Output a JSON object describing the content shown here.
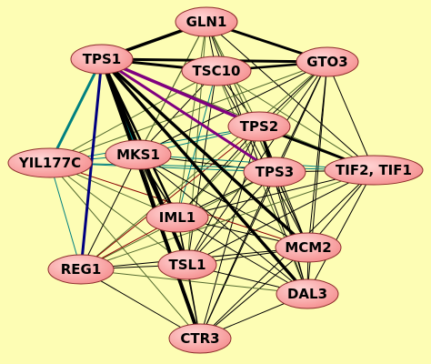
{
  "colors": {
    "background": "#fdfdb4",
    "node_fill": "#f58f8f",
    "node_highlight": "#ffd6d6",
    "node_stroke": "#8b2a2a"
  },
  "nodes": [
    {
      "id": "GLN1",
      "label": "GLN1"
    },
    {
      "id": "TPS1",
      "label": "TPS1"
    },
    {
      "id": "TSC10",
      "label": "TSC10"
    },
    {
      "id": "GTO3",
      "label": "GTO3"
    },
    {
      "id": "TPS2",
      "label": "TPS2"
    },
    {
      "id": "YIL177C",
      "label": "YIL177C"
    },
    {
      "id": "MKS1",
      "label": "MKS1"
    },
    {
      "id": "TPS3",
      "label": "TPS3"
    },
    {
      "id": "TIF2",
      "label": "TIF2, TIF1"
    },
    {
      "id": "IML1",
      "label": "IML1"
    },
    {
      "id": "MCM2",
      "label": "MCM2"
    },
    {
      "id": "REG1",
      "label": "REG1"
    },
    {
      "id": "TSL1",
      "label": "TSL1"
    },
    {
      "id": "DAL3",
      "label": "DAL3"
    },
    {
      "id": "CTR3",
      "label": "CTR3"
    }
  ],
  "edges": [
    {
      "from": "TPS1",
      "to": "GLN1",
      "color": "#000000",
      "weight": 3.5
    },
    {
      "from": "TPS1",
      "to": "TSC10",
      "color": "#000000",
      "weight": 3
    },
    {
      "from": "TPS1",
      "to": "GTO3",
      "color": "#000000",
      "weight": 3
    },
    {
      "from": "GLN1",
      "to": "GTO3",
      "color": "#000000",
      "weight": 3
    },
    {
      "from": "TPS1",
      "to": "TPS2",
      "color": "#800080",
      "weight": 3.5
    },
    {
      "from": "TPS1",
      "to": "TPS3",
      "color": "#800080",
      "weight": 3
    },
    {
      "from": "TPS1",
      "to": "YIL177C",
      "color": "#008080",
      "weight": 3
    },
    {
      "from": "TPS1",
      "to": "REG1",
      "color": "#000080",
      "weight": 3
    },
    {
      "from": "TPS1",
      "to": "MKS1",
      "color": "#008080",
      "weight": 2
    },
    {
      "from": "TPS1",
      "to": "IML1",
      "color": "#000000",
      "weight": 2.5
    },
    {
      "from": "TPS1",
      "to": "TSL1",
      "color": "#000000",
      "weight": 4
    },
    {
      "from": "TPS1",
      "to": "CTR3",
      "color": "#000000",
      "weight": 4
    },
    {
      "from": "TPS1",
      "to": "MCM2",
      "color": "#000000",
      "weight": 3.5
    },
    {
      "from": "TPS1",
      "to": "DAL3",
      "color": "#000000",
      "weight": 3.5
    },
    {
      "from": "TPS1",
      "to": "TIF2",
      "color": "#556b2f",
      "weight": 1
    },
    {
      "from": "TPS2",
      "to": "TIF2",
      "color": "#000000",
      "weight": 3
    },
    {
      "from": "TPS2",
      "to": "TPS3",
      "color": "#000000",
      "weight": 3
    },
    {
      "from": "TSC10",
      "to": "GTO3",
      "color": "#000000",
      "weight": 2.5
    },
    {
      "from": "TSC10",
      "to": "TPS2",
      "color": "#000000",
      "weight": 1
    },
    {
      "from": "TSC10",
      "to": "YIL177C",
      "color": "#556b2f",
      "weight": 1
    },
    {
      "from": "TSC10",
      "to": "MKS1",
      "color": "#000000",
      "weight": 1
    },
    {
      "from": "TSC10",
      "to": "IML1",
      "color": "#008080",
      "weight": 1
    },
    {
      "from": "TSC10",
      "to": "MCM2",
      "color": "#000000",
      "weight": 1
    },
    {
      "from": "TSC10",
      "to": "DAL3",
      "color": "#556b2f",
      "weight": 1
    },
    {
      "from": "TSC10",
      "to": "TSL1",
      "color": "#000000",
      "weight": 1
    },
    {
      "from": "TSC10",
      "to": "TIF2",
      "color": "#556b2f",
      "weight": 1
    },
    {
      "from": "GLN1",
      "to": "TSC10",
      "color": "#000000",
      "weight": 1
    },
    {
      "from": "GLN1",
      "to": "TPS2",
      "color": "#556b2f",
      "weight": 1
    },
    {
      "from": "GLN1",
      "to": "MCM2",
      "color": "#000000",
      "weight": 1
    },
    {
      "from": "GLN1",
      "to": "DAL3",
      "color": "#000000",
      "weight": 1
    },
    {
      "from": "GLN1",
      "to": "IML1",
      "color": "#556b2f",
      "weight": 1
    },
    {
      "from": "GLN1",
      "to": "TIF2",
      "color": "#000000",
      "weight": 1
    },
    {
      "from": "GLN1",
      "to": "MKS1",
      "color": "#000000",
      "weight": 1
    },
    {
      "from": "GLN1",
      "to": "TSL1",
      "color": "#556b2f",
      "weight": 1
    },
    {
      "from": "GLN1",
      "to": "TPS3",
      "color": "#556b2f",
      "weight": 1
    },
    {
      "from": "GTO3",
      "to": "TIF2",
      "color": "#000000",
      "weight": 1
    },
    {
      "from": "GTO3",
      "to": "TPS2",
      "color": "#000000",
      "weight": 1
    },
    {
      "from": "GTO3",
      "to": "TPS3",
      "color": "#000000",
      "weight": 1
    },
    {
      "from": "GTO3",
      "to": "MCM2",
      "color": "#000000",
      "weight": 1
    },
    {
      "from": "GTO3",
      "to": "DAL3",
      "color": "#000000",
      "weight": 1
    },
    {
      "from": "GTO3",
      "to": "TSL1",
      "color": "#000000",
      "weight": 1
    },
    {
      "from": "GTO3",
      "to": "IML1",
      "color": "#556b2f",
      "weight": 1
    },
    {
      "from": "GTO3",
      "to": "MKS1",
      "color": "#000000",
      "weight": 1
    },
    {
      "from": "GTO3",
      "to": "REG1",
      "color": "#556b2f",
      "weight": 1
    },
    {
      "from": "GTO3",
      "to": "YIL177C",
      "color": "#556b2f",
      "weight": 1
    },
    {
      "from": "GTO3",
      "to": "CTR3",
      "color": "#000000",
      "weight": 1
    },
    {
      "from": "TPS2",
      "to": "YIL177C",
      "color": "#008080",
      "weight": 1
    },
    {
      "from": "TPS2",
      "to": "MKS1",
      "color": "#008080",
      "weight": 1
    },
    {
      "from": "TPS2",
      "to": "IML1",
      "color": "#000000",
      "weight": 1
    },
    {
      "from": "TPS2",
      "to": "MCM2",
      "color": "#000000",
      "weight": 1
    },
    {
      "from": "TPS2",
      "to": "DAL3",
      "color": "#000000",
      "weight": 1
    },
    {
      "from": "TPS2",
      "to": "REG1",
      "color": "#8b0000",
      "weight": 1
    },
    {
      "from": "TPS2",
      "to": "TSL1",
      "color": "#000000",
      "weight": 1
    },
    {
      "from": "TPS2",
      "to": "CTR3",
      "color": "#000000",
      "weight": 1
    },
    {
      "from": "TPS3",
      "to": "YIL177C",
      "color": "#008080",
      "weight": 1
    },
    {
      "from": "TPS3",
      "to": "MKS1",
      "color": "#000000",
      "weight": 1
    },
    {
      "from": "TPS3",
      "to": "IML1",
      "color": "#000000",
      "weight": 1
    },
    {
      "from": "TPS3",
      "to": "MCM2",
      "color": "#000000",
      "weight": 1
    },
    {
      "from": "TPS3",
      "to": "DAL3",
      "color": "#000000",
      "weight": 1
    },
    {
      "from": "TPS3",
      "to": "REG1",
      "color": "#556b2f",
      "weight": 1
    },
    {
      "from": "TPS3",
      "to": "TSL1",
      "color": "#000000",
      "weight": 1
    },
    {
      "from": "TPS3",
      "to": "CTR3",
      "color": "#000000",
      "weight": 1
    },
    {
      "from": "TPS3",
      "to": "TIF2",
      "color": "#000000",
      "weight": 1
    },
    {
      "from": "YIL177C",
      "to": "MKS1",
      "color": "#008080",
      "weight": 1
    },
    {
      "from": "YIL177C",
      "to": "IML1",
      "color": "#556b2f",
      "weight": 1
    },
    {
      "from": "YIL177C",
      "to": "REG1",
      "color": "#008080",
      "weight": 1
    },
    {
      "from": "YIL177C",
      "to": "TSL1",
      "color": "#556b2f",
      "weight": 1
    },
    {
      "from": "YIL177C",
      "to": "MCM2",
      "color": "#8b0000",
      "weight": 1
    },
    {
      "from": "YIL177C",
      "to": "CTR3",
      "color": "#556b2f",
      "weight": 1
    },
    {
      "from": "YIL177C",
      "to": "TIF2",
      "color": "#008080",
      "weight": 1
    },
    {
      "from": "MKS1",
      "to": "IML1",
      "color": "#000000",
      "weight": 1.5
    },
    {
      "from": "MKS1",
      "to": "TSL1",
      "color": "#000000",
      "weight": 1.5
    },
    {
      "from": "MKS1",
      "to": "REG1",
      "color": "#000000",
      "weight": 1
    },
    {
      "from": "MKS1",
      "to": "MCM2",
      "color": "#000000",
      "weight": 1
    },
    {
      "from": "MKS1",
      "to": "DAL3",
      "color": "#000000",
      "weight": 1
    },
    {
      "from": "MKS1",
      "to": "CTR3",
      "color": "#000000",
      "weight": 1
    },
    {
      "from": "MKS1",
      "to": "TIF2",
      "color": "#008080",
      "weight": 1
    },
    {
      "from": "TIF2",
      "to": "IML1",
      "color": "#000000",
      "weight": 1
    },
    {
      "from": "TIF2",
      "to": "MCM2",
      "color": "#000000",
      "weight": 1
    },
    {
      "from": "TIF2",
      "to": "DAL3",
      "color": "#000000",
      "weight": 1
    },
    {
      "from": "TIF2",
      "to": "TSL1",
      "color": "#000000",
      "weight": 1
    },
    {
      "from": "TIF2",
      "to": "CTR3",
      "color": "#000000",
      "weight": 1
    },
    {
      "from": "TIF2",
      "to": "REG1",
      "color": "#556b2f",
      "weight": 1
    },
    {
      "from": "IML1",
      "to": "TSL1",
      "color": "#000000",
      "weight": 1
    },
    {
      "from": "IML1",
      "to": "MCM2",
      "color": "#000000",
      "weight": 1
    },
    {
      "from": "IML1",
      "to": "DAL3",
      "color": "#000000",
      "weight": 1
    },
    {
      "from": "IML1",
      "to": "REG1",
      "color": "#8b0000",
      "weight": 1
    },
    {
      "from": "IML1",
      "to": "CTR3",
      "color": "#000000",
      "weight": 1
    },
    {
      "from": "MCM2",
      "to": "DAL3",
      "color": "#000000",
      "weight": 1
    },
    {
      "from": "MCM2",
      "to": "TSL1",
      "color": "#000000",
      "weight": 1
    },
    {
      "from": "MCM2",
      "to": "REG1",
      "color": "#000000",
      "weight": 1
    },
    {
      "from": "MCM2",
      "to": "CTR3",
      "color": "#000000",
      "weight": 1
    },
    {
      "from": "REG1",
      "to": "TSL1",
      "color": "#000000",
      "weight": 1
    },
    {
      "from": "REG1",
      "to": "CTR3",
      "color": "#000000",
      "weight": 1
    },
    {
      "from": "REG1",
      "to": "DAL3",
      "color": "#556b2f",
      "weight": 1
    },
    {
      "from": "TSL1",
      "to": "DAL3",
      "color": "#000000",
      "weight": 1
    },
    {
      "from": "TSL1",
      "to": "CTR3",
      "color": "#000000",
      "weight": 1
    },
    {
      "from": "DAL3",
      "to": "CTR3",
      "color": "#000000",
      "weight": 1
    },
    {
      "from": "MKS1",
      "to": "GLN1",
      "color": "#556b2f",
      "weight": 1
    }
  ]
}
